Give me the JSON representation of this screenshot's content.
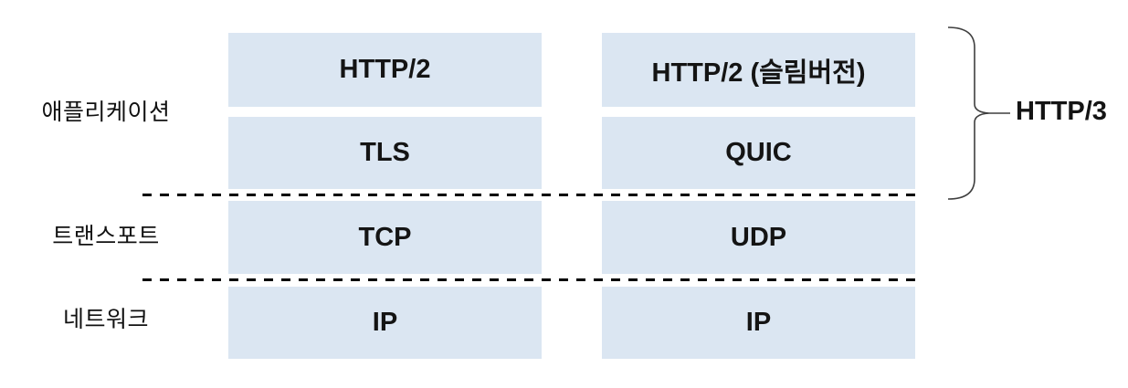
{
  "diagram": {
    "title_hint": "HTTP/2 vs HTTP/3 protocol stack comparison",
    "layer_labels": [
      {
        "label": "애플리케이션"
      },
      {
        "label": "트랜스포트"
      },
      {
        "label": "네트워크"
      }
    ],
    "columns": [
      {
        "name": "tcp-stack",
        "boxes": [
          {
            "label": "HTTP/2"
          },
          {
            "label": "TLS"
          },
          {
            "label": "TCP"
          },
          {
            "label": "IP"
          }
        ]
      },
      {
        "name": "quic-stack",
        "boxes": [
          {
            "label": "HTTP/2 (슬림버전)"
          },
          {
            "label": "QUIC"
          },
          {
            "label": "UDP"
          },
          {
            "label": "IP"
          }
        ]
      }
    ],
    "brace": {
      "label": "HTTP/3"
    },
    "colors": {
      "box_fill": "#dbe6f2",
      "text": "#141414",
      "separator": "#000000",
      "brace_stroke": "#3f3f3f"
    }
  }
}
